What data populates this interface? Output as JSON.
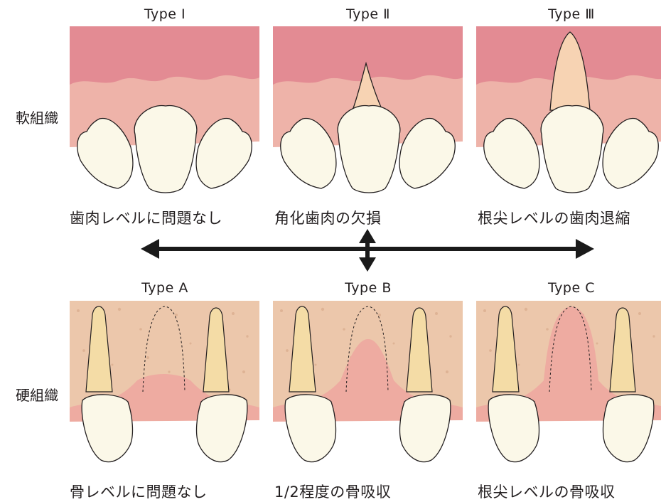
{
  "soft_tissue": {
    "row_label": "軟組織",
    "types": [
      {
        "title": "Type Ⅰ",
        "caption": "歯肉レベルに問題なし"
      },
      {
        "title": "Type Ⅱ",
        "caption": "角化歯肉の欠損"
      },
      {
        "title": "Type Ⅲ",
        "caption": "根尖レベルの歯肉退縮"
      }
    ]
  },
  "hard_tissue": {
    "row_label": "硬組織",
    "types": [
      {
        "title": "Type A",
        "caption": "骨レベルに問題なし"
      },
      {
        "title": "Type B",
        "caption": "1/2程度の骨吸収"
      },
      {
        "title": "Type C",
        "caption": "根尖レベルの骨吸収"
      }
    ]
  },
  "colors": {
    "gingiva_dark": "#e38b93",
    "gingiva_light": "#eeb3a9",
    "tooth": "#fbf8e8",
    "root": "#f7d3b3",
    "bone": "#ecc7ab",
    "arrow": "#1a1a1a"
  }
}
